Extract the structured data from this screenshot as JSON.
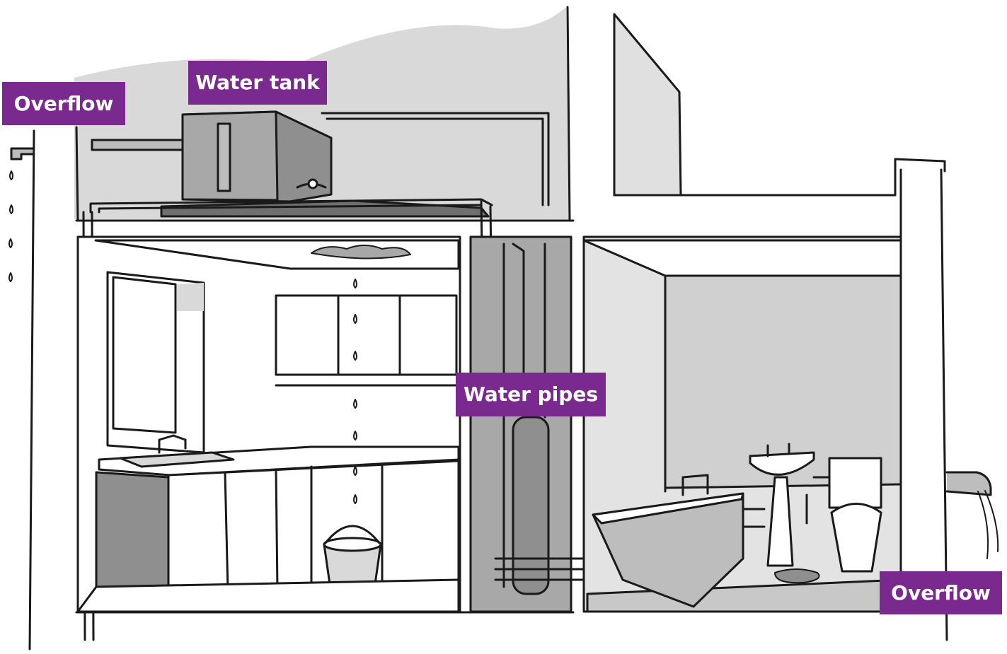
{
  "labels": {
    "overflow_left": "Overflow",
    "water_tank": "Water tank",
    "water_pipes": "Water pipes",
    "overflow_right": "Overflow"
  },
  "colors": {
    "label_bg": "#7a2a8e",
    "label_text": "#ffffff",
    "ink": "#1a1a1a",
    "light_gray": "#d9d9d9",
    "mid_gray": "#bdbdbd",
    "dark_gray": "#8f8f8f"
  }
}
